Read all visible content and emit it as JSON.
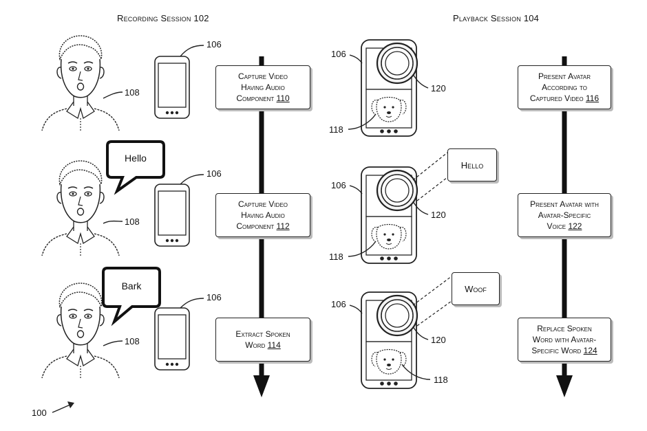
{
  "titles": {
    "recording": "Recording Session 102",
    "playback": "Playback Session 104"
  },
  "refs": {
    "device": "106",
    "user": "108",
    "avatar": "118",
    "camera": "120",
    "figure": "100"
  },
  "recording_steps": [
    {
      "line1": "Capture Video",
      "line2": "Having Audio",
      "line3": "Component ",
      "num": "110"
    },
    {
      "line1": "Capture Video",
      "line2": "Having Audio",
      "line3": "Component ",
      "num": "112"
    },
    {
      "line1": "Extract Spoken",
      "line2": "Word ",
      "line3": "",
      "num": "114"
    }
  ],
  "playback_steps": [
    {
      "line1": "Present Avatar",
      "line2": "According to",
      "line3": "Captured Video ",
      "num": "116"
    },
    {
      "line1": "Present Avatar with",
      "line2": "Avatar-Specific",
      "line3": "Voice ",
      "num": "122"
    },
    {
      "line1": "Replace Spoken",
      "line2": "Word with Avatar-",
      "line3": "Specific Word ",
      "num": "124"
    }
  ],
  "speech_bubbles": {
    "hello": "Hello",
    "bark": "Bark"
  },
  "callouts": {
    "hello": "Hello",
    "woof": "Woof"
  }
}
